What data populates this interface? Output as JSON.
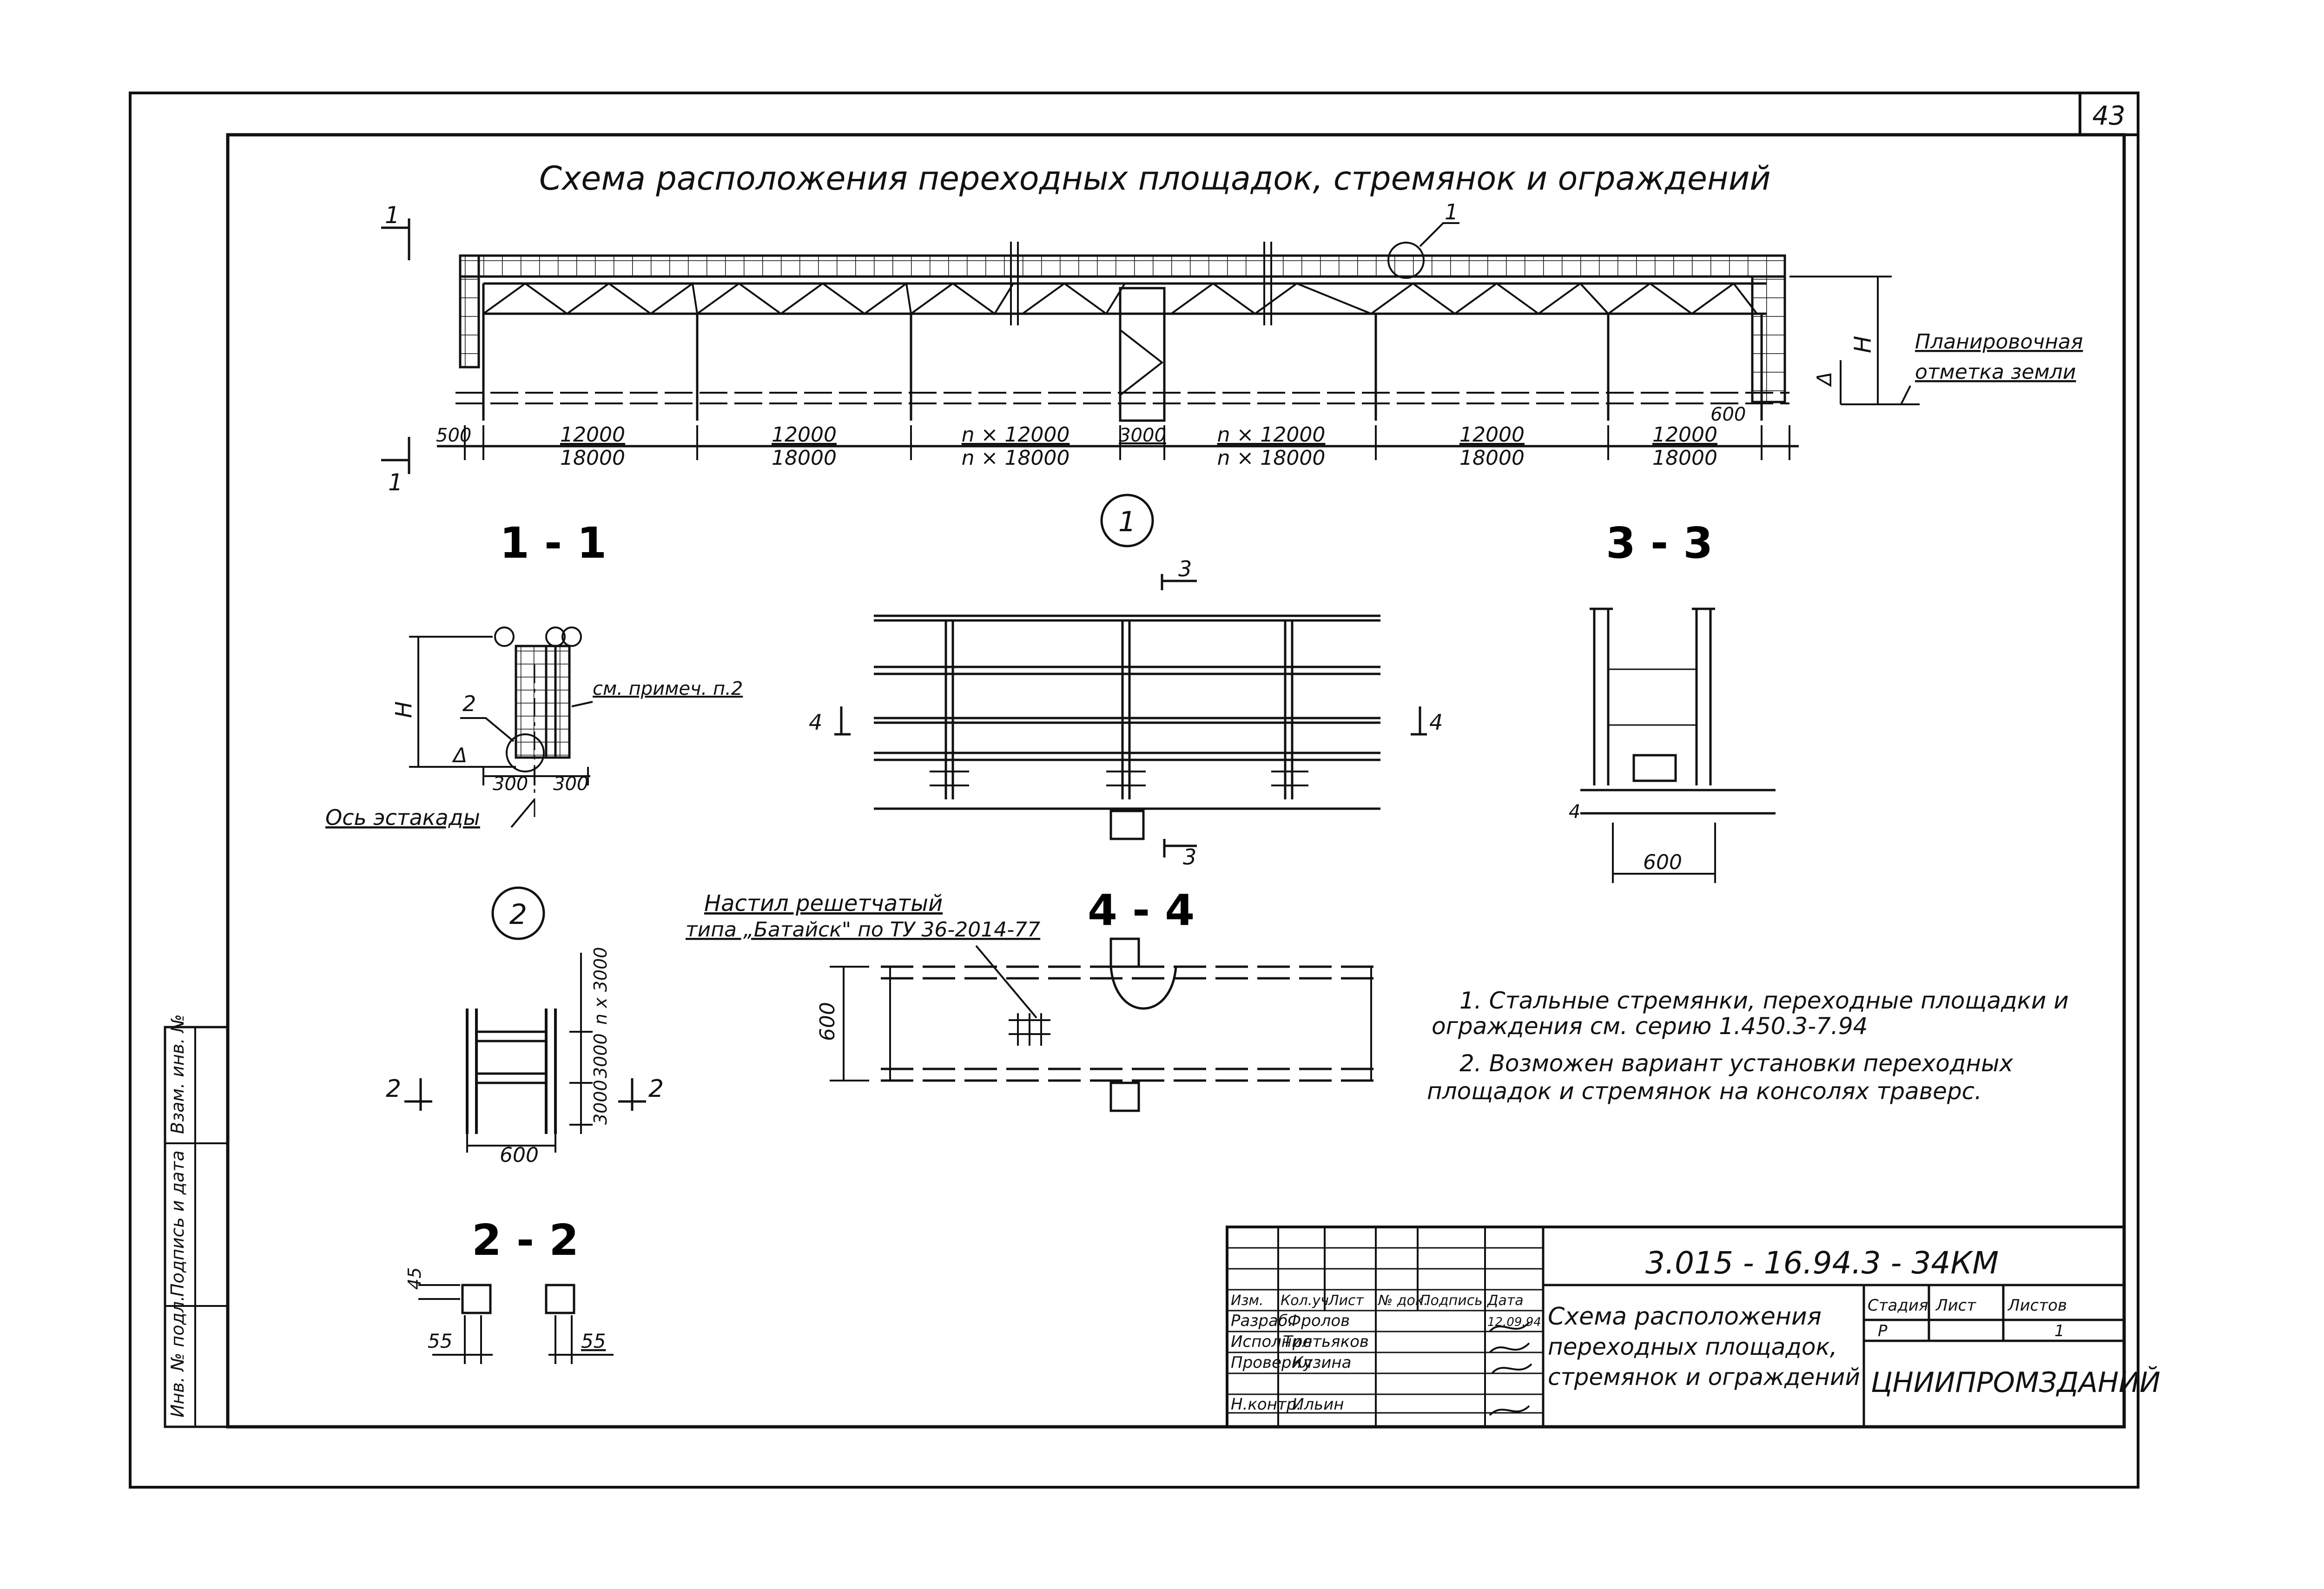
{
  "sheet_number": "43",
  "title": "Схема расположения переходных площадок, стремянок и ограждений",
  "plan": {
    "section_mark": "1",
    "callout": "1",
    "right_label_1": "Планировочная",
    "right_label_2": "отметка земли",
    "h_label": "H",
    "delta_label": "Δ",
    "dim_600": "600",
    "dim_500": "500",
    "spans": [
      {
        "top": "12000",
        "bottom": "18000"
      },
      {
        "top": "12000",
        "bottom": "18000"
      },
      {
        "top": "n × 12000",
        "bottom": "n × 18000"
      },
      {
        "top": "3000",
        "bottom": ""
      },
      {
        "top": "n × 12000",
        "bottom": "n × 18000"
      },
      {
        "top": "12000",
        "bottom": "18000"
      },
      {
        "top": "12000",
        "bottom": "18000"
      }
    ]
  },
  "section_1_1": {
    "title": "1 - 1",
    "h_label": "H",
    "delta_label": "Δ",
    "callout": "2",
    "note": "см. примеч. п.2",
    "dim_left": "300",
    "dim_right": "300",
    "axis_label": "Ось эстакады"
  },
  "node_1": {
    "label": "1",
    "cut_top": "3",
    "cut_bottom": "3",
    "cut_left": "4",
    "cut_right": "4"
  },
  "section_3_3": {
    "title": "3 - 3",
    "dim": "600"
  },
  "node_2": {
    "label": "2",
    "dims_right": [
      "n x 3000",
      "3000",
      "3000"
    ],
    "dim_bottom": "600",
    "cut_left": "2",
    "cut_right": "2"
  },
  "section_4_4": {
    "title": "4 - 4",
    "dim_600": "600",
    "callout_line1": "Настил решетчатый",
    "callout_line2": "типа „Батайск\" по ТУ 36-2014-77"
  },
  "section_2_2": {
    "title": "2 - 2",
    "dim_45": "45",
    "dim_55_left": "55",
    "dim_55_right": "55"
  },
  "notes": {
    "line1": "1. Стальные стремянки, переходные площадки и",
    "line2": "ограждения см. серию 1.450.3-7.94",
    "line3": "2. Возможен вариант установки переходных",
    "line4": "площадок и стремянок на консолях траверс."
  },
  "side_stamp": {
    "inv": "Инв. № подл.",
    "sign": "Подпись и дата",
    "vzam": "Взам. инв. №"
  },
  "title_block": {
    "code": "3.015 - 16.94.3 - 34КМ",
    "headers": [
      "Изм.",
      "Кол.уч",
      "Лист",
      "№ док.",
      "Подпись",
      "Дата"
    ],
    "rows": [
      {
        "role": "Разраб.",
        "name": "Фролов",
        "date": "12.09.94"
      },
      {
        "role": "Исполнил",
        "name": "Третьяков",
        "date": ""
      },
      {
        "role": "Проверил",
        "name": "Кузина",
        "date": ""
      },
      {
        "role": "Н.контр.",
        "name": "Ильин",
        "date": ""
      }
    ],
    "sheet_title_1": "Схема расположения",
    "sheet_title_2": "переходных площадок,",
    "sheet_title_3": "стремянок и ограждений",
    "stage_header": "Стадия",
    "sheet_header": "Лист",
    "sheets_header": "Листов",
    "stage": "Р",
    "sheet": "",
    "sheets": "1",
    "org": "ЦНИИПРОМЗДАНИЙ"
  }
}
